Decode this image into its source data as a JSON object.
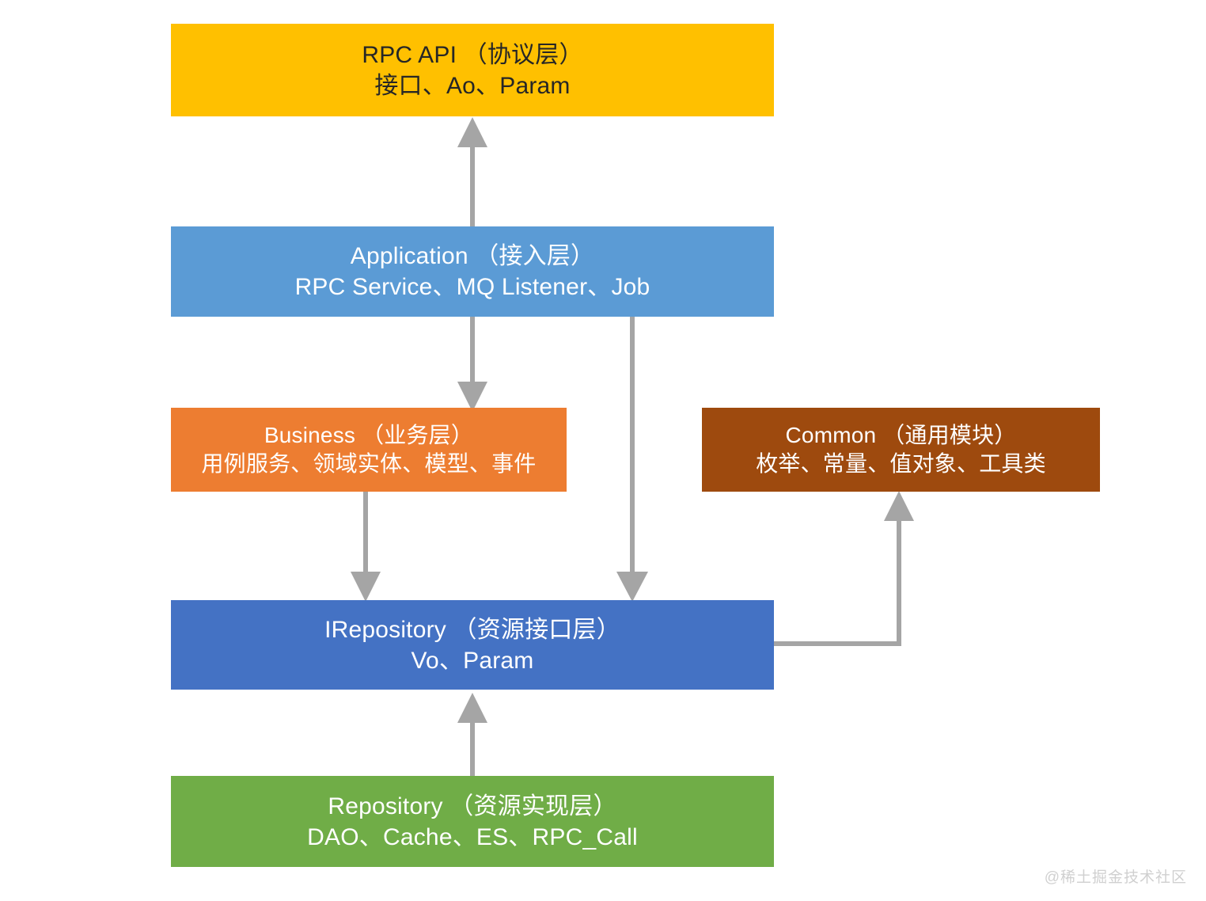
{
  "diagram": {
    "title": "Layered Architecture Diagram",
    "background_color": "#FFFFFF",
    "connector_color": "#A5A5A5",
    "boxes": [
      {
        "id": "rpc-api",
        "line1": "RPC API  （协议层）",
        "line2": "接口、Ao、Param",
        "fill": "#FFC000",
        "text_color": "#262626"
      },
      {
        "id": "application",
        "line1": "Application  （接入层）",
        "line2": "RPC Service、MQ Listener、Job",
        "fill": "#5B9BD5",
        "text_color": "#FFFFFF"
      },
      {
        "id": "business",
        "line1": "Business  （业务层）",
        "line2": "用例服务、领域实体、模型、事件",
        "fill": "#ED7D31",
        "text_color": "#FFFFFF"
      },
      {
        "id": "common",
        "line1": "Common  （通用模块）",
        "line2": "枚举、常量、值对象、工具类",
        "fill": "#9E4A0E",
        "text_color": "#FFFFFF"
      },
      {
        "id": "irepository",
        "line1": "IRepository  （资源接口层）",
        "line2": "Vo、Param",
        "fill": "#4472C4",
        "text_color": "#FFFFFF"
      },
      {
        "id": "repository",
        "line1": "Repository  （资源实现层）",
        "line2": "DAO、Cache、ES、RPC_Call",
        "fill": "#70AD47",
        "text_color": "#FFFFFF"
      }
    ],
    "connectors": [
      {
        "id": "application-to-rpc-api",
        "from": "application",
        "to": "rpc-api",
        "direction": "up",
        "style": "straight"
      },
      {
        "id": "application-to-business",
        "from": "application",
        "to": "business",
        "direction": "down",
        "style": "straight"
      },
      {
        "id": "application-to-irepository",
        "from": "application",
        "to": "irepository",
        "direction": "down",
        "style": "straight"
      },
      {
        "id": "business-to-irepository",
        "from": "business",
        "to": "irepository",
        "direction": "down",
        "style": "straight"
      },
      {
        "id": "repository-to-irepository",
        "from": "repository",
        "to": "irepository",
        "direction": "up",
        "style": "straight"
      },
      {
        "id": "irepository-to-common",
        "from": "irepository",
        "to": "common",
        "direction": "up",
        "style": "elbow"
      }
    ]
  },
  "watermark": {
    "text": "@稀土掘金技术社区"
  }
}
